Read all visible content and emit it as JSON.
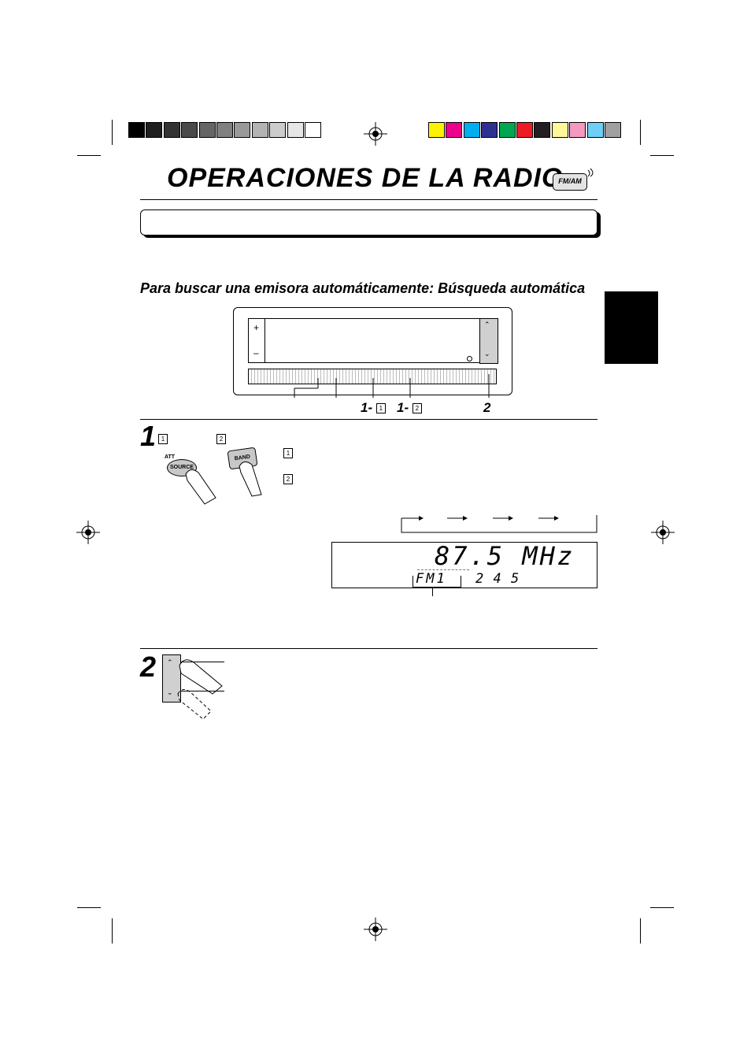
{
  "title": "OPERACIONES DE LA RADIO",
  "badge": "FM/AM",
  "section_heading": "Para buscar una emisora automáticamente: Búsqueda automática",
  "panel": {
    "plus": "+",
    "minus": "–"
  },
  "callouts": {
    "c1": "1-",
    "c1_box": "1",
    "c2": "1-",
    "c2_box": "2",
    "c3": "2"
  },
  "step1": {
    "number": "1",
    "box1": "1",
    "box2": "2",
    "source_att": "ATT",
    "source_label": "SOURCE",
    "band_label": "BAND",
    "note1": "1",
    "note2": "2"
  },
  "display": {
    "frequency": "87.5 MHz",
    "band": "FM1",
    "preset_numbers": "2 4 5"
  },
  "step2": {
    "number": "2"
  },
  "colors": {
    "gray_scale": [
      "#000000",
      "#1e1e1e",
      "#333333",
      "#4a4a4a",
      "#666666",
      "#808080",
      "#999999",
      "#b3b3b3",
      "#cccccc",
      "#e6e6e6",
      "#ffffff"
    ],
    "color_bar": [
      "#fff200",
      "#ec008c",
      "#00aeef",
      "#2e3192",
      "#00a651",
      "#ed1c24",
      "#231f20",
      "#fff799",
      "#f49ac1",
      "#6dcff6",
      "#a0a0a0"
    ]
  }
}
